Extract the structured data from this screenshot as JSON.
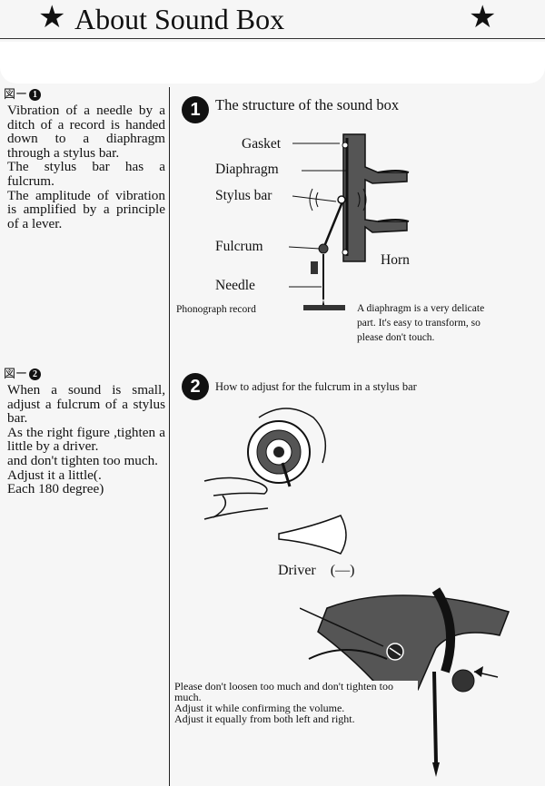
{
  "header": {
    "star": "★",
    "title": "About Sound Box"
  },
  "left": {
    "fig1_tag": "図ー",
    "fig1_num": "1",
    "fig1_lines": [
      "Vibration of a needle by a ditch of a record is handed down to a diaphragm through a stylus bar.",
      "The stylus bar has a fulcrum.",
      "The amplitude of vibration is amplified by a principle of a lever."
    ],
    "fig2_tag": "図ー",
    "fig2_num": "2",
    "fig2_lines": [
      "When a sound is small, adjust a fulcrum of a stylus bar.",
      "As the right figure ,tighten a little by a driver.",
      "and don't tighten too much.",
      "Adjust it a little(.",
      "Each 180 degree)"
    ]
  },
  "section1": {
    "num": "1",
    "title": "The structure of the sound box",
    "labels": {
      "gasket": "Gasket",
      "diaphragm": "Diaphragm",
      "stylus_bar": "Stylus bar",
      "fulcrum": "Fulcrum",
      "horn": "Horn",
      "needle": "Needle",
      "record": "Phonograph record"
    },
    "note": [
      "A diaphragm is a very delicate",
      "part. It's easy to transform, so",
      "please don't touch."
    ]
  },
  "section2": {
    "num": "2",
    "title": "How to adjust for the fulcrum in a stylus bar",
    "driver_label": "Driver　(―)",
    "bottom_note": [
      "Please don't loosen too much and don't tighten too much.",
      "Adjust it while confirming the volume.",
      "Adjust it equally from both left and right."
    ]
  }
}
